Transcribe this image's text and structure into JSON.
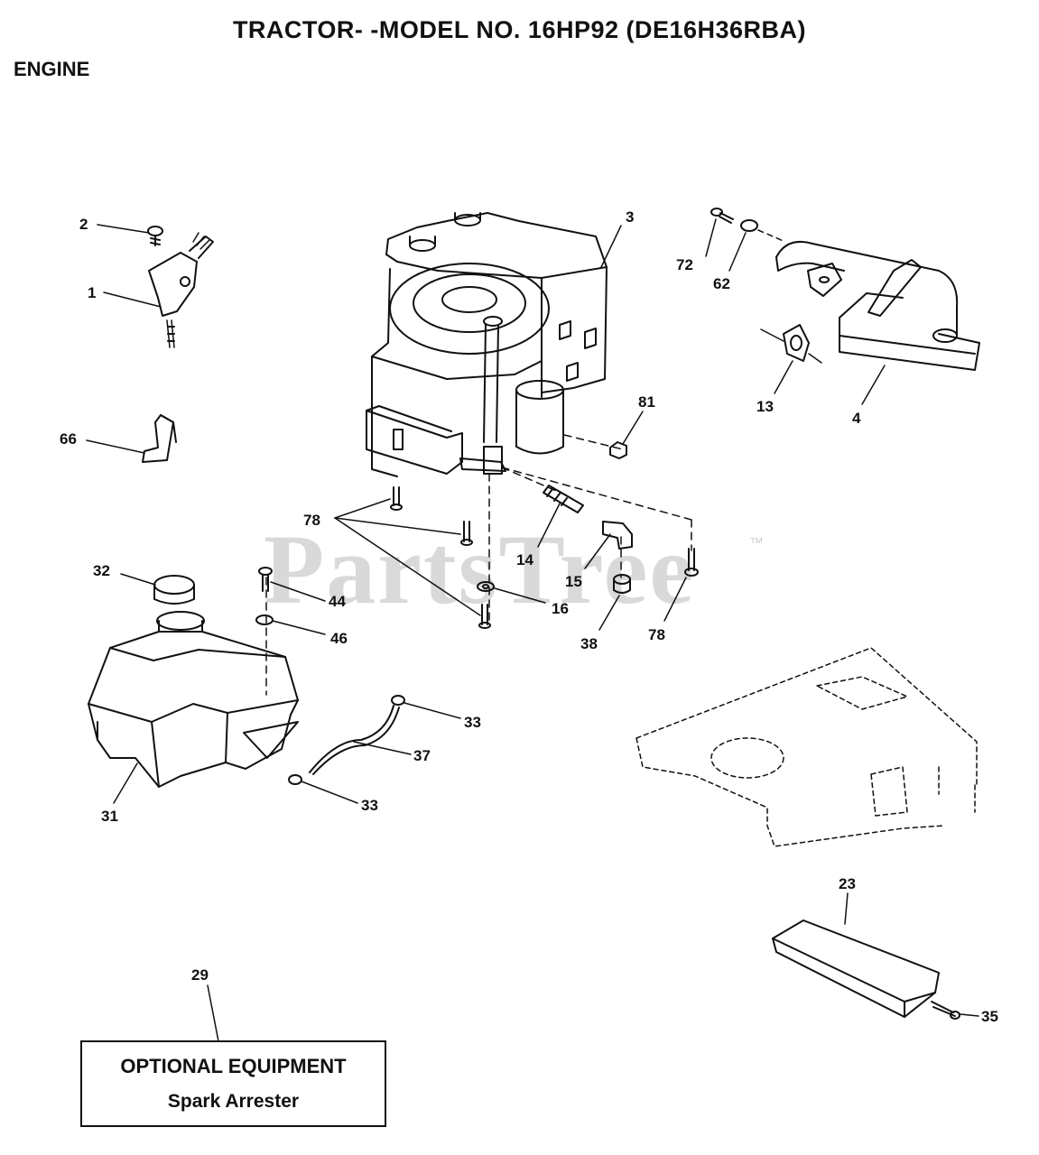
{
  "header": {
    "title": "TRACTOR- -MODEL NO. 16HP92 (DE16H36RBA)",
    "section": "ENGINE"
  },
  "watermark": {
    "text": "PartsTree",
    "mark": "™"
  },
  "callouts": {
    "c1": "1",
    "c2": "2",
    "c3": "3",
    "c4": "4",
    "c13": "13",
    "c14": "14",
    "c15": "15",
    "c16": "16",
    "c23": "23",
    "c29": "29",
    "c31": "31",
    "c32": "32",
    "c33a": "33",
    "c33b": "33",
    "c35": "35",
    "c37": "37",
    "c38": "38",
    "c44": "44",
    "c46": "46",
    "c62": "62",
    "c66": "66",
    "c72": "72",
    "c78a": "78",
    "c78b": "78",
    "c81": "81"
  },
  "optional_box": {
    "title": "OPTIONAL EQUIPMENT",
    "item": "Spark Arrester"
  }
}
